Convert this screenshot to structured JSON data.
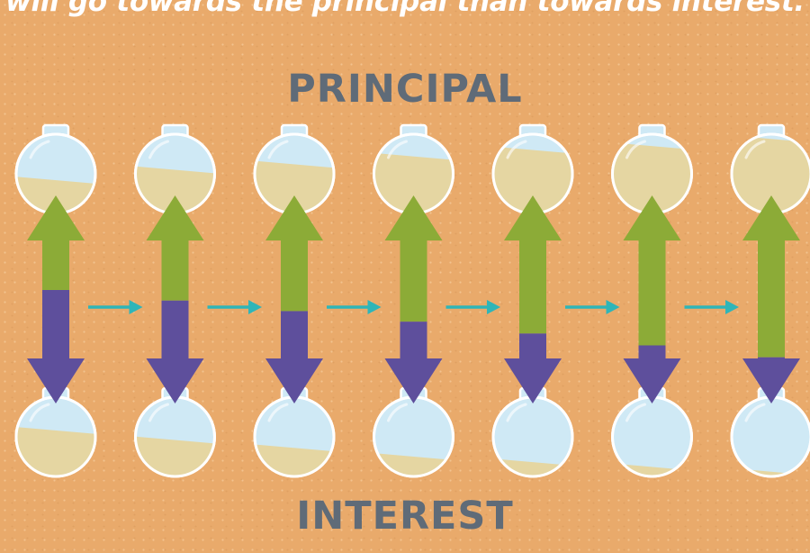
{
  "caption": "will go towards the principal than towards interest.",
  "top_label": "PRINCIPAL",
  "bottom_label": "INTEREST",
  "colors": {
    "background": "#e9aa6b",
    "liquid": "#e5d6a2",
    "glass": "#cfe9f5",
    "principal_arrow": "#8cab37",
    "interest_arrow": "#5e4f9c",
    "step_arrow": "#2fb5b8",
    "label": "#5f6b78",
    "caption": "#ffffff"
  },
  "stages": [
    {
      "principal_share": 0.29,
      "principal_jar_fill": 0.42,
      "interest_jar_fill": 0.58
    },
    {
      "principal_share": 0.37,
      "principal_jar_fill": 0.55,
      "interest_jar_fill": 0.46
    },
    {
      "principal_share": 0.45,
      "principal_jar_fill": 0.62,
      "interest_jar_fill": 0.36
    },
    {
      "principal_share": 0.53,
      "principal_jar_fill": 0.72,
      "interest_jar_fill": 0.25
    },
    {
      "principal_share": 0.62,
      "principal_jar_fill": 0.8,
      "interest_jar_fill": 0.18
    },
    {
      "principal_share": 0.71,
      "principal_jar_fill": 0.85,
      "interest_jar_fill": 0.12
    },
    {
      "principal_share": 0.8,
      "principal_jar_fill": 0.94,
      "interest_jar_fill": 0.06
    }
  ]
}
